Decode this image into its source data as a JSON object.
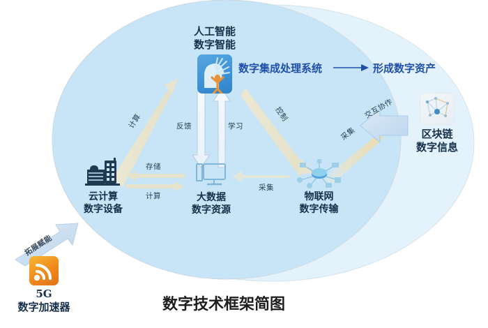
{
  "diagram": {
    "title": "数字技术框架简图",
    "ellipses": [
      {
        "name": "main-domain-ellipse",
        "fill": "#c9e6f7"
      },
      {
        "name": "outer-domain-ellipse",
        "fill": "#e4f3fb"
      }
    ],
    "headline": {
      "system_label": "数字集成处理系统",
      "arrow_glyph": "⟶",
      "outcome_label": "形成数字资产",
      "color": "#1f4fa8"
    },
    "nodes": [
      {
        "id": "ai",
        "icon": "ai-brain-icon",
        "line1": "人工智能",
        "line2": "数字智能"
      },
      {
        "id": "cloud",
        "icon": "cloud-building-icon",
        "line1": "云计算",
        "line2": "数字设备"
      },
      {
        "id": "bigdata",
        "icon": "desktop-monitor-icon",
        "line1": "大数据",
        "line2": "数字资源"
      },
      {
        "id": "iot",
        "icon": "iot-network-icon",
        "line1": "物联网",
        "line2": "数字传输"
      },
      {
        "id": "blockchain",
        "icon": "blockchain-graph-icon",
        "line1": "区块链",
        "line2": "数字信息"
      },
      {
        "id": "fiveg",
        "icon": "wifi-signal-icon",
        "line1": "5G",
        "line2": "数字加速器"
      }
    ],
    "connectors": [
      {
        "id": "cloud-to-ai",
        "label": "计算"
      },
      {
        "id": "ai-to-bigdata-feedback",
        "label": "反馈"
      },
      {
        "id": "bigdata-to-ai-learning",
        "label": "学习"
      },
      {
        "id": "ai-to-iot-control",
        "label": "控制"
      },
      {
        "id": "iot-to-ai-collect",
        "label": "采集"
      },
      {
        "id": "bigdata-to-cloud-storage",
        "label": "存储"
      },
      {
        "id": "cloud-to-bigdata-compute",
        "label": "计算"
      },
      {
        "id": "iot-to-bigdata-collect",
        "label": "采集"
      },
      {
        "id": "blockchain-interaction",
        "label": "交互协作"
      },
      {
        "id": "fiveg-empower",
        "label": "拓展赋能"
      }
    ]
  }
}
